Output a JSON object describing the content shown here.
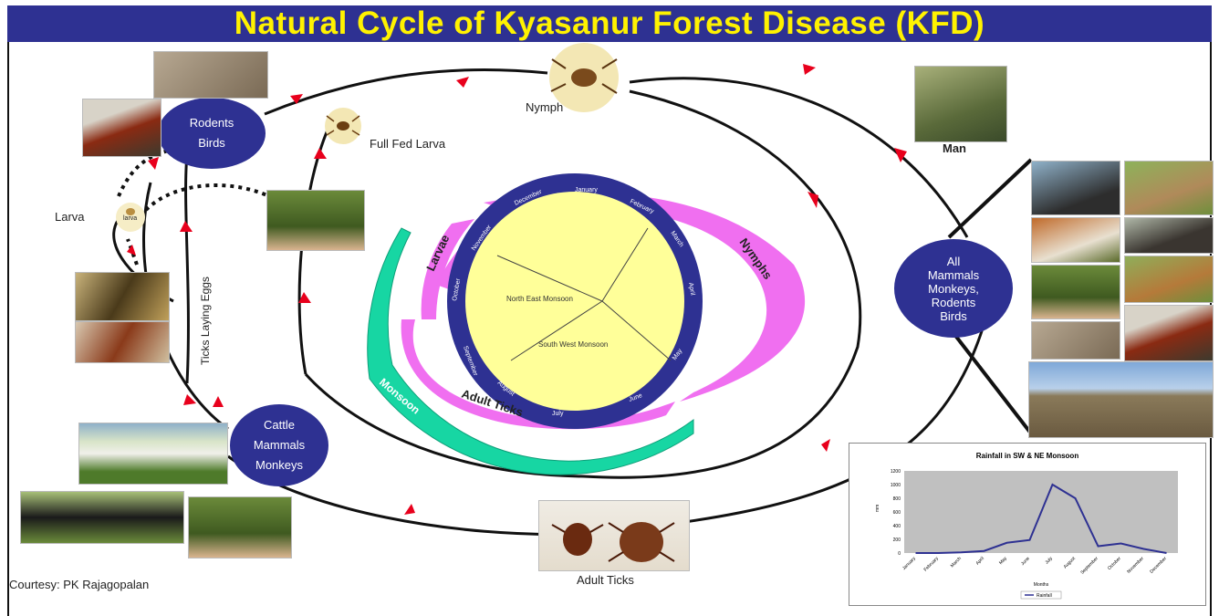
{
  "title": "Natural Cycle of Kyasanur Forest Disease (KFD)",
  "colors": {
    "banner": "#2e3192",
    "title": "#fff200",
    "node": "#2e3192",
    "pink": "#f06ff0",
    "green": "#17d6a3",
    "yellow": "#ffff99",
    "arrow": "#e8001c"
  },
  "labels": {
    "nymph": "Nymph",
    "full_fed_larva": "Full Fed Larva",
    "man": "Man",
    "larva": "Larva",
    "larva_small": "larva",
    "ticks_laying_eggs": "Ticks Laying Eggs",
    "adult_ticks": "Adult Ticks",
    "courtesy": "Courtesy: PK Rajagopalan"
  },
  "nodes": {
    "rodents_birds": [
      "Rodents",
      "Birds"
    ],
    "cattle": [
      "Cattle",
      "Mammals",
      "Monkeys"
    ],
    "all_mammals": [
      "All",
      "Mammals",
      "Monkeys,",
      "Rodents",
      "Birds"
    ]
  },
  "ring": {
    "larvae": "Larvae",
    "nymphs": "Nymphs",
    "adult_ticks": "Adult Ticks",
    "monsoon": "Monsoon",
    "north_east_monsoon": "North East Monsoon",
    "south_west_monsoon": "South West Monsoon",
    "months": [
      "October",
      "November",
      "December",
      "January",
      "February",
      "March",
      "April",
      "May",
      "June",
      "July",
      "August",
      "September"
    ]
  },
  "photos": [
    "rodent-photo",
    "rooster-photo",
    "tick-nymph-photo",
    "tick-larva-photo",
    "monkey-photo",
    "man-photo",
    "gorilla-photo",
    "rabbit-photo",
    "fox-photo",
    "boar-photo",
    "monkey-hand-photo",
    "deer-photo",
    "mouse-photo",
    "hen-photo",
    "cattle-herd-photo",
    "engorged-tick-photo",
    "eggs-photo",
    "bull-photo",
    "buffalo-photo",
    "monkey-photo-2",
    "adult-ticks-photo"
  ],
  "chart_data": {
    "type": "line",
    "title": "Rainfall in SW & NE Monsoon",
    "xlabel": "Months",
    "ylabel": "mm",
    "categories": [
      "January",
      "February",
      "March",
      "April",
      "May",
      "June",
      "July",
      "August",
      "September",
      "October",
      "November",
      "December"
    ],
    "series": [
      {
        "name": "Rainfall",
        "values": [
          0,
          0,
          10,
          30,
          150,
          190,
          1000,
          800,
          100,
          140,
          60,
          0
        ]
      }
    ],
    "ylim": [
      0,
      1200
    ],
    "yticks": [
      0,
      200,
      400,
      600,
      800,
      1000,
      1200
    ],
    "grid": false,
    "legend": "bottom"
  }
}
